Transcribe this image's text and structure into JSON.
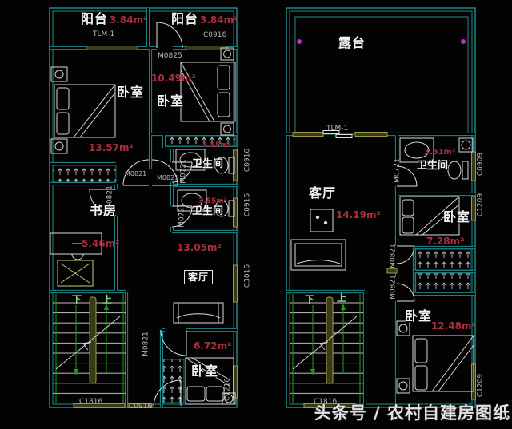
{
  "left_plan": {
    "balcony_left": {
      "name": "阳台",
      "area": "3.84m²",
      "door_tag": "TLM-1"
    },
    "balcony_right": {
      "name": "阳台",
      "area": "3.84m²",
      "window_tag": "C0916",
      "door_tag": "M0825"
    },
    "bedroom_top_left": {
      "name": "卧室",
      "area": "13.57m²",
      "door_tag": "M0821"
    },
    "bedroom_top_right": {
      "name": "卧室",
      "area": "10.49m²",
      "door_tag": "M0821"
    },
    "bathroom_upper": {
      "name": "卫生间",
      "area": "3.55m²",
      "door_tag": "M0721",
      "window_tag": "C0916"
    },
    "bathroom_lower": {
      "name": "卫生间",
      "area": "3.55m²",
      "door_tag": "M0721",
      "window_tag": "C0916"
    },
    "study": {
      "name": "书房",
      "area": "5.46m²",
      "door_tag": "M0821"
    },
    "hall": {
      "area": "13.05m²",
      "living_label": "客厅",
      "door_tag": "M0821"
    },
    "bedroom_bottom": {
      "name": "卧室",
      "area": "6.72m²",
      "window_tag": "C1216"
    },
    "stairs": {
      "down": "下",
      "up": "上"
    },
    "bottom_window_tags": {
      "stair": "C1816",
      "entry": "C0916"
    },
    "side_window_tags": {
      "upper": "C0916",
      "lower": "C0916",
      "living": "C3016"
    }
  },
  "right_plan": {
    "terrace": {
      "name": "露台",
      "door_tag": "TLM-1"
    },
    "living": {
      "name": "客厅",
      "area": "14.19m²"
    },
    "bathroom": {
      "name": "卫生间",
      "area": "3.51m²",
      "door_tag": "M0721",
      "window_tag": "C0909"
    },
    "bedroom_mid": {
      "name": "卧室",
      "area": "7.28m²",
      "window_tag": "C1209",
      "door_tag": "M0821"
    },
    "bedroom_bottom": {
      "name": "卧室",
      "area": "12.48m²",
      "window_tag": "C1209",
      "door_tag": "M0821"
    },
    "stairs": {
      "down": "下",
      "up": "上",
      "window_tag": "C1816"
    }
  },
  "watermark": "头条号 / 农村自建房图纸",
  "colors": {
    "background": "#000000",
    "wall": "#1d8c8c",
    "window": "#9a9a50",
    "furniture": "#d9d9d9",
    "room_text": "#f4f4f4",
    "area_text": "#a82f3c",
    "tag_text": "#bbbbbb",
    "stair_green": "#17a017",
    "terrace_dot": "#c42cc4",
    "watermark_text": "#e2e2e2"
  }
}
